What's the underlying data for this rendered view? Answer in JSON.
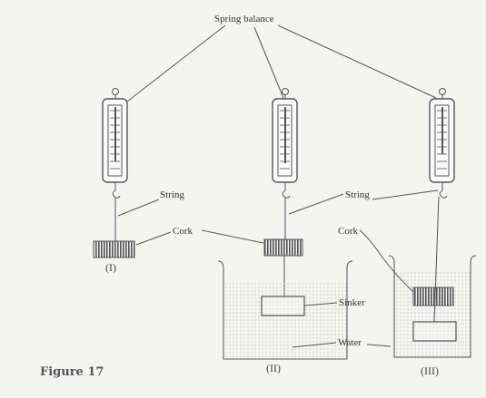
{
  "labels": {
    "spring_balance": "Spring balance",
    "string_1": "String",
    "string_2": "String",
    "cork_1": "Cork",
    "cork_2": "Cork",
    "sinker": "Sinker",
    "water": "Water",
    "figure": "Figure 17",
    "setup_1": "(I)",
    "setup_2": "(II)",
    "setup_3": "(III)"
  },
  "colors": {
    "line": "#555555",
    "water_dots": "#9a9a9a",
    "background": "#f4f4f2"
  }
}
